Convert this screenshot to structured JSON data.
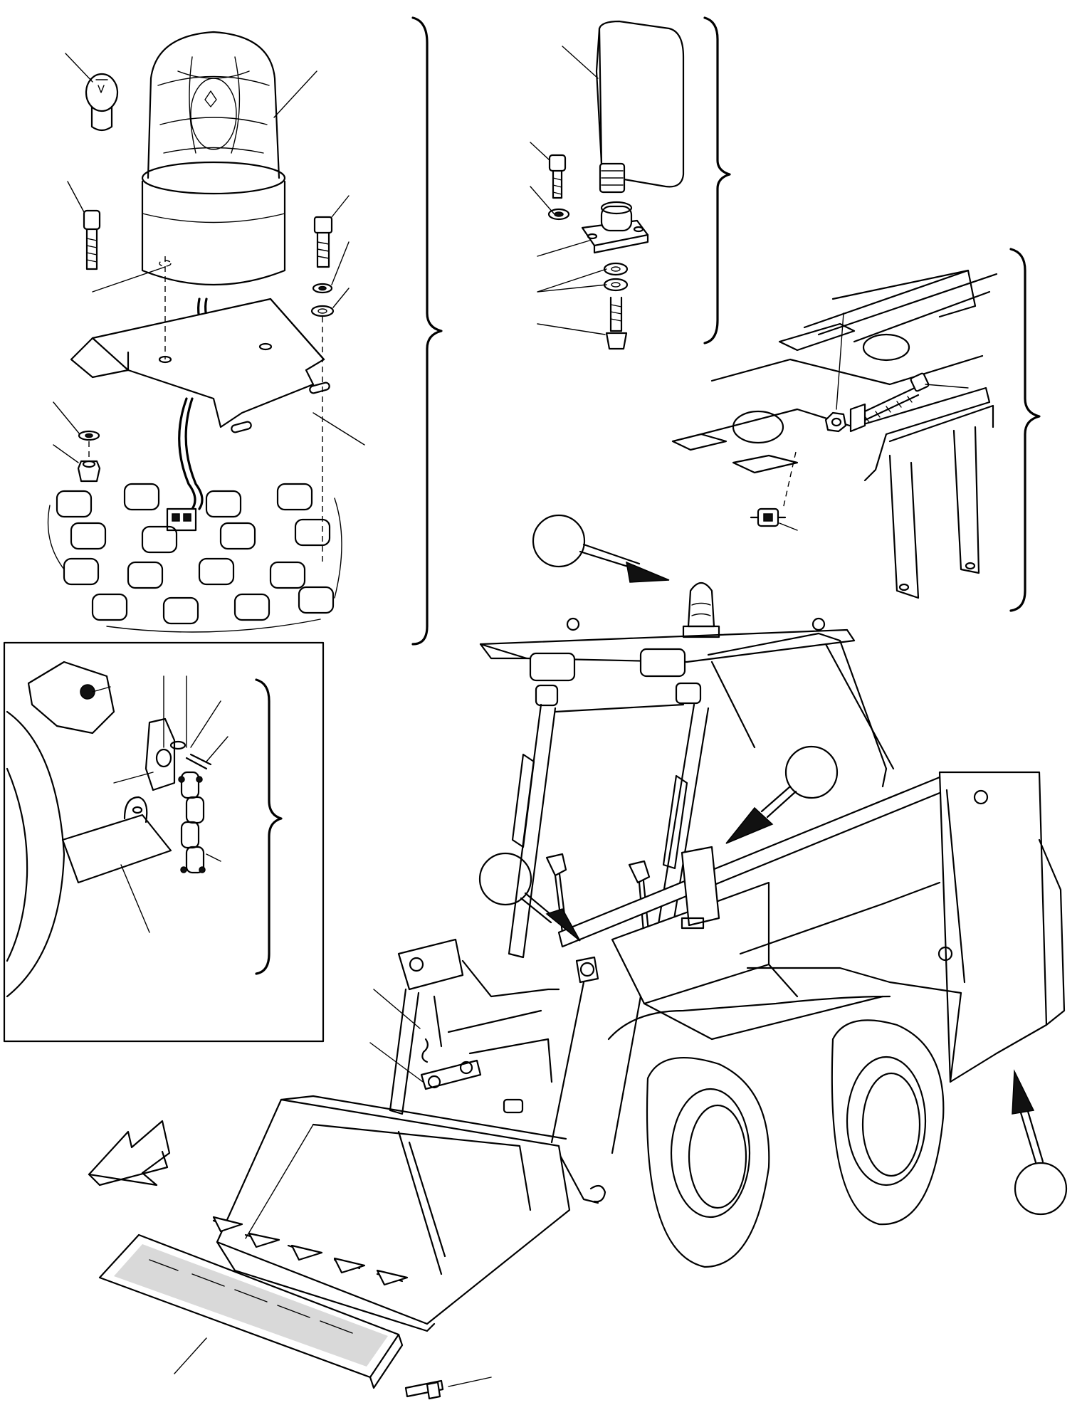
{
  "drawing": {
    "detail_panels": [
      "rotating-beacon-assembly",
      "work-light-assembly",
      "mounting-bracket-assembly",
      "safety-chain-inset"
    ],
    "callout_count": 4,
    "labels": []
  }
}
